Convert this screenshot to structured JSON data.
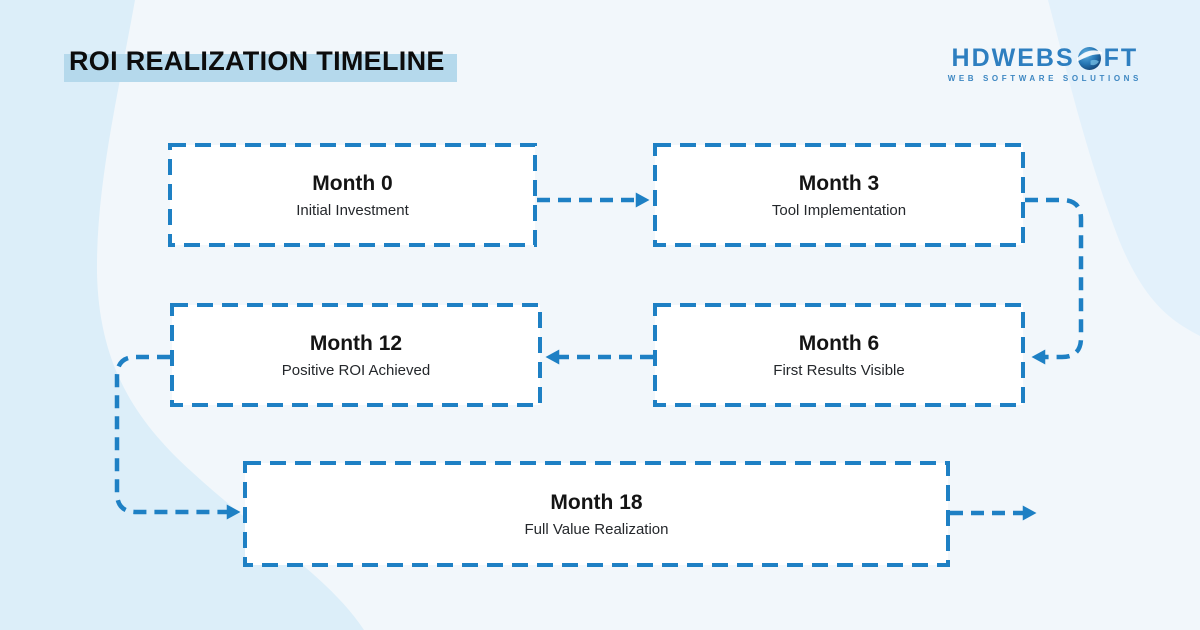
{
  "header": {
    "title": "ROI REALIZATION TIMELINE"
  },
  "logo": {
    "name_left": "HDWEBS",
    "name_right": "FT",
    "globe_icon": "globe-icon",
    "tagline": "WEB SOFTWARE SOLUTIONS"
  },
  "timeline": {
    "boxes": [
      {
        "title": "Month 0",
        "subtitle": "Initial Investment"
      },
      {
        "title": "Month 3",
        "subtitle": "Tool Implementation"
      },
      {
        "title": "Month 6",
        "subtitle": "First Results Visible"
      },
      {
        "title": "Month 12",
        "subtitle": "Positive ROI Achieved"
      },
      {
        "title": "Month 18",
        "subtitle": "Full Value Realization"
      }
    ],
    "flow_order": [
      "Month 0",
      "Month 3",
      "Month 6",
      "Month 12",
      "Month 18"
    ]
  },
  "colors": {
    "background": "#f2f7fb",
    "blob": "#dceef9",
    "accent_blue": "#1e80c4",
    "title_highlight": "#b5d9ec",
    "box_fill": "#ffffff",
    "logo_blue": "#2e7fc0",
    "text_dark": "#141414"
  }
}
